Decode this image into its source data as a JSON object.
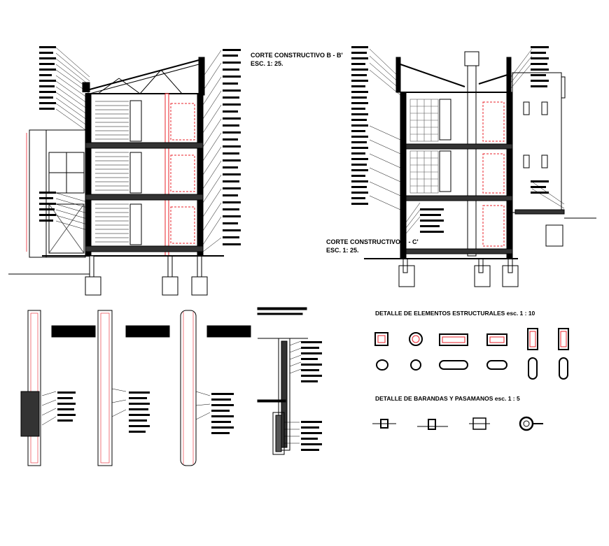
{
  "sections": {
    "bb": {
      "title": "CORTE CONSTRUCTIVO B - B'",
      "scale": "ESC. 1: 25."
    },
    "cc": {
      "title": "CORTE CONSTRUCTIVO C - C'",
      "scale": "ESC. 1: 25."
    }
  },
  "details": {
    "structural": {
      "title": "DETALLE DE ELEMENTOS ESTRUCTURALES esc. 1 : 10"
    },
    "railings": {
      "title": "DETALLE DE BARANDAS Y PASAMANOS esc. 1 : 5"
    }
  },
  "colors": {
    "line": "#000000",
    "accent": "#e8202a",
    "hatch": "#555555"
  }
}
